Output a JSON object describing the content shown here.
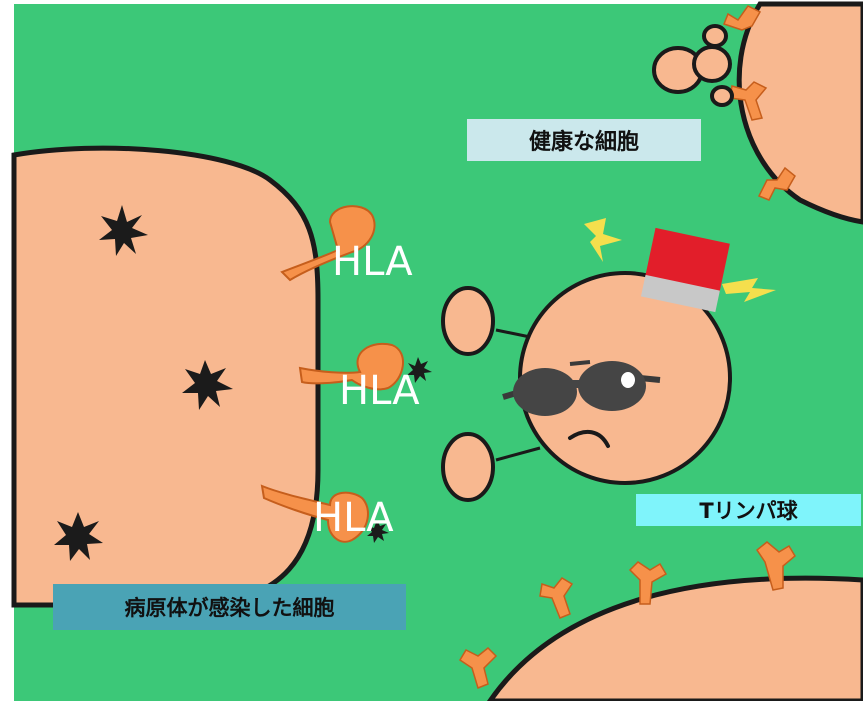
{
  "labels": {
    "healthy_cell": "健康な細胞",
    "t_cell": "Tリンパ球",
    "infected_cell": "病原体が感染した細胞",
    "hla_1": "HLA",
    "hla_2": "HLA",
    "hla_3": "HLA"
  },
  "colors": {
    "background": "#3cc878",
    "cell_fill": "#f8b890",
    "receptor": "#f6914a",
    "pathogen": "#1b1b1b",
    "alert_red": "#e21e2a",
    "lightning": "#f5df4d",
    "healthy_label_bg": "#cbe8ec",
    "tcell_label_bg": "#7ff4fb",
    "infected_label_bg": "#4aa3b5"
  },
  "icons": [
    "sunglasses-icon",
    "red-card-icon",
    "lightning-icon",
    "pathogen-star-icon"
  ]
}
